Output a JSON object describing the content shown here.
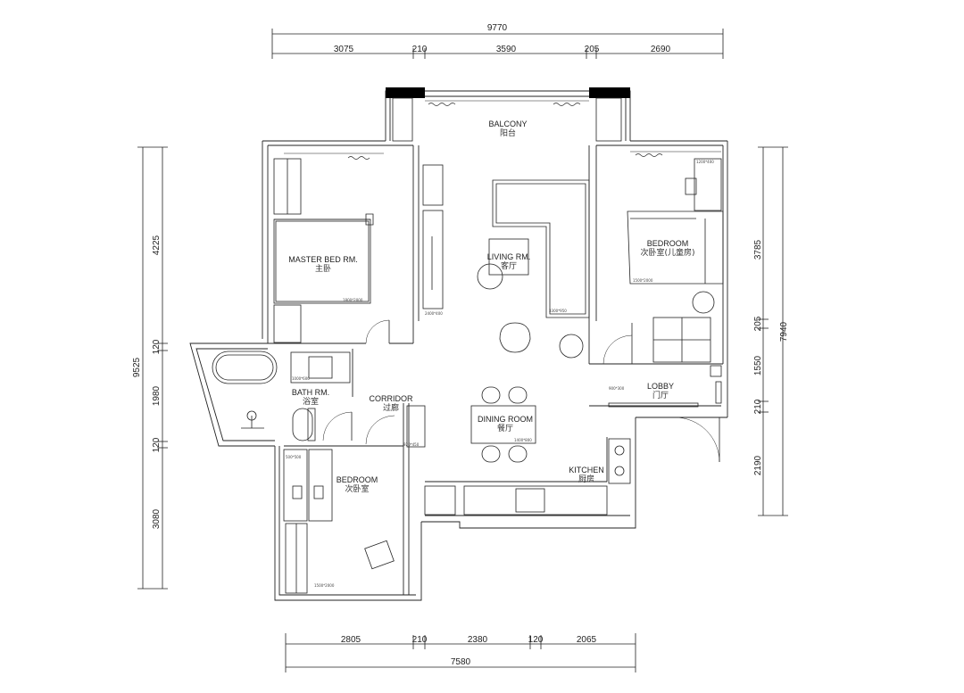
{
  "dimensions": {
    "top_total": "9770",
    "top_segments": [
      "3075",
      "210",
      "3590",
      "205",
      "2690"
    ],
    "bottom_total": "7580",
    "bottom_segments": [
      "2805",
      "210",
      "2380",
      "120",
      "2065"
    ],
    "left_total": "9525",
    "left_segments": [
      "4225",
      "120",
      "1980",
      "120",
      "3080"
    ],
    "right_total": "7940",
    "right_segments": [
      "3785",
      "205",
      "1550",
      "210",
      "2190"
    ]
  },
  "rooms": {
    "balcony": {
      "en": "BALCONY",
      "cn": "阳台"
    },
    "master": {
      "en": "MASTER BED RM.",
      "cn": "主卧"
    },
    "living": {
      "en": "LIVING RM.",
      "cn": "客厅"
    },
    "bedroom_right": {
      "en": "BEDROOM",
      "cn": "次卧室(儿童房)"
    },
    "bath": {
      "en": "BATH RM.",
      "cn": "浴室"
    },
    "corridor": {
      "en": "CORRIDOR",
      "cn": "过廊"
    },
    "dining": {
      "en": "DINING ROOM",
      "cn": "餐厅"
    },
    "lobby": {
      "en": "LOBBY",
      "cn": "门厅"
    },
    "kitchen": {
      "en": "KITCHEN",
      "cn": "厨房"
    },
    "bedroom_bottom": {
      "en": "BEDROOM",
      "cn": "次卧室"
    }
  },
  "notes": {
    "bed_master": "1800*2000",
    "bed_right": "1500*2000",
    "sofa": "3300*950",
    "table_dining": "1400*800",
    "shelf_living": "2400*400",
    "cabinet_right": "1200*400",
    "lobby_cabinet": "900*300",
    "wardrobe_bottom": "1500*2000",
    "desk_corridor": "920*450",
    "bath_vanity": "1000*600",
    "wardrobe_bottom_top": "500*500"
  }
}
